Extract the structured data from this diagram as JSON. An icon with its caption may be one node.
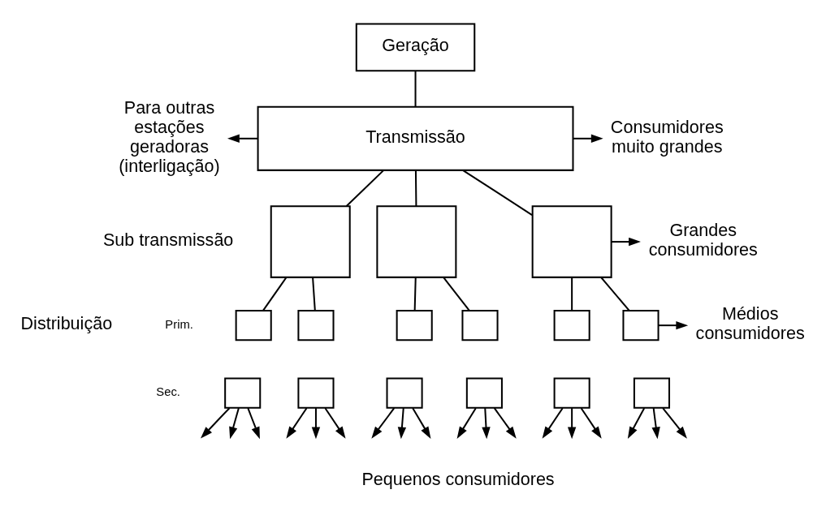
{
  "diagram": {
    "nodes": [
      {
        "text": [
          "Geração"
        ]
      },
      {
        "text": [
          "Para outras estações geradoras (interligação)"
        ]
      },
      {
        "text": [
          "Transmissão"
        ]
      },
      {
        "text": [
          "Consumidores muito grandes"
        ]
      },
      {
        "text": [],
        "shape": "box"
      },
      {
        "text": [],
        "shape": "box"
      },
      {
        "text": [],
        "shape": "box"
      },
      {
        "text": [
          "Grandes consumidores"
        ]
      },
      {
        "text": [],
        "shape": "box"
      },
      {
        "text": [],
        "shape": "box"
      },
      {
        "text": [],
        "shape": "box"
      },
      {
        "text": [],
        "shape": "box"
      },
      {
        "text": [],
        "shape": "box"
      },
      {
        "text": [],
        "shape": "box"
      },
      {
        "text": [],
        "shape": "box"
      },
      {
        "text": [],
        "shape": "box"
      },
      {
        "text": [],
        "shape": "box"
      },
      {
        "text": [],
        "shape": "box"
      },
      {
        "text": [],
        "shape": "box"
      },
      {
        "text": [],
        "shape": "box"
      },
      {
        "text": [
          "Médios consumidores"
        ]
      }
    ],
    "edges": [
      {
        "from": 0,
        "to": 2,
        "arrow": "none"
      },
      {
        "from": 2,
        "to": 1,
        "arrow": "to"
      },
      {
        "from": 2,
        "to": 3,
        "arrow": "to"
      },
      {
        "from": 2,
        "to": 4,
        "arrow": "none"
      },
      {
        "from": 2,
        "to": 5,
        "arrow": "none"
      },
      {
        "from": 2,
        "to": 6,
        "arrow": "none"
      },
      {
        "from": 6,
        "to": 7,
        "arrow": "to"
      },
      {
        "from": 4,
        "to": 8,
        "arrow": "none"
      },
      {
        "from": 4,
        "to": 10,
        "arrow": "none"
      },
      {
        "from": 5,
        "to": 12,
        "arrow": "none"
      },
      {
        "from": 5,
        "to": 14,
        "arrow": "none"
      },
      {
        "from": 6,
        "to": 16,
        "arrow": "none"
      },
      {
        "from": 6,
        "to": 18,
        "arrow": "none"
      },
      {
        "from": 18,
        "to": 20,
        "arrow": "to"
      },
      {
        "from": 9,
        "to": null,
        "arrow": "to"
      },
      {
        "from": 9,
        "to": null,
        "arrow": "to"
      },
      {
        "from": 9,
        "to": null,
        "arrow": "to"
      },
      {
        "from": 11,
        "to": null,
        "arrow": "to"
      },
      {
        "from": 11,
        "to": null,
        "arrow": "to"
      },
      {
        "from": 11,
        "to": null,
        "arrow": "to"
      },
      {
        "from": 13,
        "to": null,
        "arrow": "to"
      },
      {
        "from": 13,
        "to": null,
        "arrow": "to"
      },
      {
        "from": 13,
        "to": null,
        "arrow": "to"
      },
      {
        "from": 15,
        "to": null,
        "arrow": "to"
      },
      {
        "from": 15,
        "to": null,
        "arrow": "to"
      },
      {
        "from": 15,
        "to": null,
        "arrow": "to"
      },
      {
        "from": 17,
        "to": null,
        "arrow": "to"
      },
      {
        "from": 17,
        "to": null,
        "arrow": "to"
      },
      {
        "from": 17,
        "to": null,
        "arrow": "to"
      },
      {
        "from": 19,
        "to": null,
        "arrow": "to"
      },
      {
        "from": 19,
        "to": null,
        "arrow": "to"
      },
      {
        "from": 19,
        "to": null,
        "arrow": "to"
      }
    ],
    "labels": [
      "Sub transmissão",
      "Distribuição",
      "Prim.",
      "Sec.",
      "Pequenos consumidores"
    ]
  }
}
